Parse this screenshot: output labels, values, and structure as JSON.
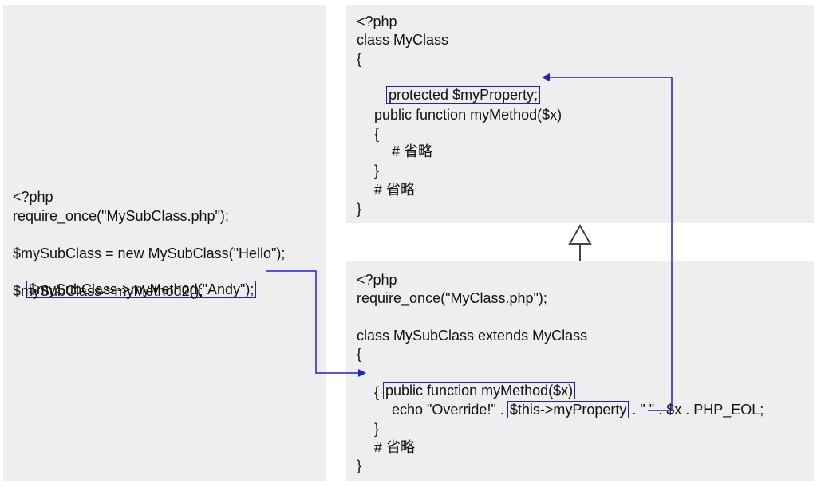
{
  "left_code": {
    "line1": "<?php",
    "line2": "require_once(\"MySubClass.php\");",
    "line3": "$mySubClass = new MySubClass(\"Hello\");",
    "line4": "$mySubClass->myMethod(\"Andy\");",
    "line5": "$mySubClass->myMethod2();"
  },
  "myclass_code": {
    "line1": "<?php",
    "line2": "class MyClass",
    "line3": "{",
    "line4": "protected $myProperty;",
    "line5": "public function myMethod($x)",
    "line6": "{",
    "line7": "# 省略",
    "line8": "}",
    "line9": "# 省略",
    "line10": "}"
  },
  "subclass_code": {
    "line1": "<?php",
    "line2": "require_once(\"MyClass.php\");",
    "line3": "class MySubClass extends MyClass",
    "line4": "{",
    "line5": "public function myMethod($x)",
    "line6": "{",
    "line7_pre": "echo \"Override!\" . ",
    "line7_prop": "$this->myProperty",
    "line7_post": " . \" \" . $x . PHP_EOL;",
    "line8": "}",
    "line9": "# 省略",
    "line10": "}"
  },
  "colors": {
    "panel": "#eeeeee",
    "highlight": "#1f1fd6",
    "inheritance_arrow": "#444444"
  }
}
